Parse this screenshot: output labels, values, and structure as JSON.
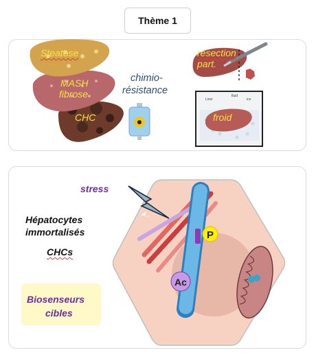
{
  "theme_title": "Thème 1",
  "top_panel": {
    "liver_labels": {
      "steatose": "Steatose",
      "mash_line1": "MASH",
      "mash_line2": "fibrose",
      "chc": "CHC"
    },
    "chemo_line1": "chimio-",
    "chemo_line2": "résistance",
    "resection_line1": "résection",
    "resection_line2": "part.",
    "froid": "froid",
    "inset_labels": {
      "liver": "Liver",
      "fluid": "fluid",
      "ice": "ice"
    }
  },
  "bottom_panel": {
    "stress": "stress",
    "hepatocytes_line1": "Hépatocytes",
    "hepatocytes_line2": "immortalisés",
    "chcs": "CHCs",
    "biosenseurs_line1": "Biosenseurs",
    "biosenseurs_line2": "cibles",
    "badge_p": "P",
    "badge_ac": "Ac"
  },
  "colors": {
    "yellow_label": "#f6e43a",
    "purple": "#6b2fa0",
    "cell_fill": "#f7d2c2",
    "microtubule": "#3f96d3",
    "actin_red": "#d9504f"
  }
}
